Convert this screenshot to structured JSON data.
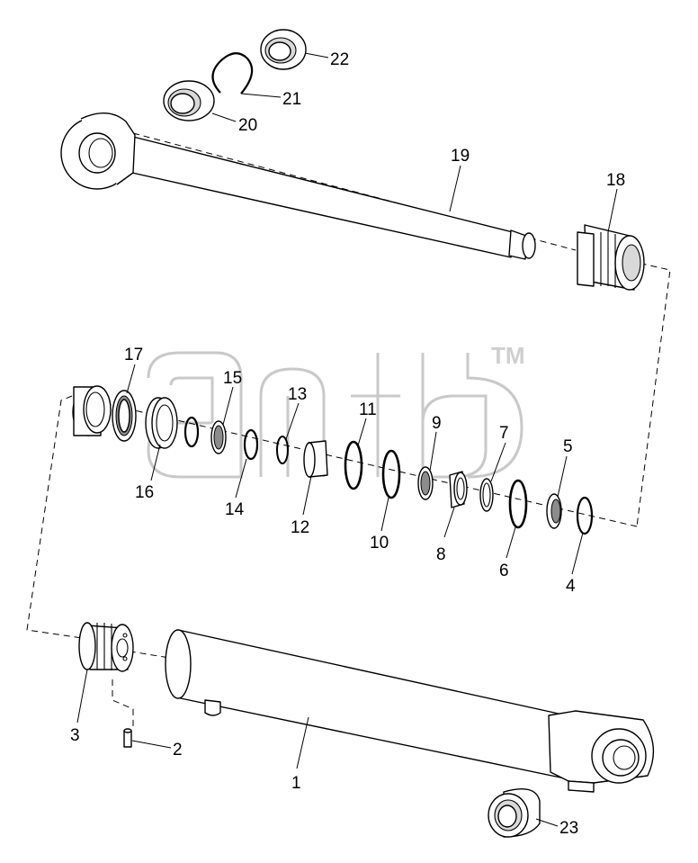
{
  "watermark": {
    "trademark": "TM"
  },
  "callouts": [
    {
      "id": "1",
      "text": "1"
    },
    {
      "id": "2",
      "text": "2"
    },
    {
      "id": "3",
      "text": "3"
    },
    {
      "id": "4",
      "text": "4"
    },
    {
      "id": "5",
      "text": "5"
    },
    {
      "id": "6",
      "text": "6"
    },
    {
      "id": "7",
      "text": "7"
    },
    {
      "id": "8",
      "text": "8"
    },
    {
      "id": "9",
      "text": "9"
    },
    {
      "id": "10",
      "text": "10"
    },
    {
      "id": "11",
      "text": "11"
    },
    {
      "id": "12",
      "text": "12"
    },
    {
      "id": "13",
      "text": "13"
    },
    {
      "id": "14",
      "text": "14"
    },
    {
      "id": "15",
      "text": "15"
    },
    {
      "id": "16",
      "text": "16"
    },
    {
      "id": "17",
      "text": "17"
    },
    {
      "id": "18",
      "text": "18"
    },
    {
      "id": "19",
      "text": "19"
    },
    {
      "id": "20",
      "text": "20"
    },
    {
      "id": "21",
      "text": "21"
    },
    {
      "id": "22",
      "text": "22"
    },
    {
      "id": "23",
      "text": "23"
    }
  ]
}
